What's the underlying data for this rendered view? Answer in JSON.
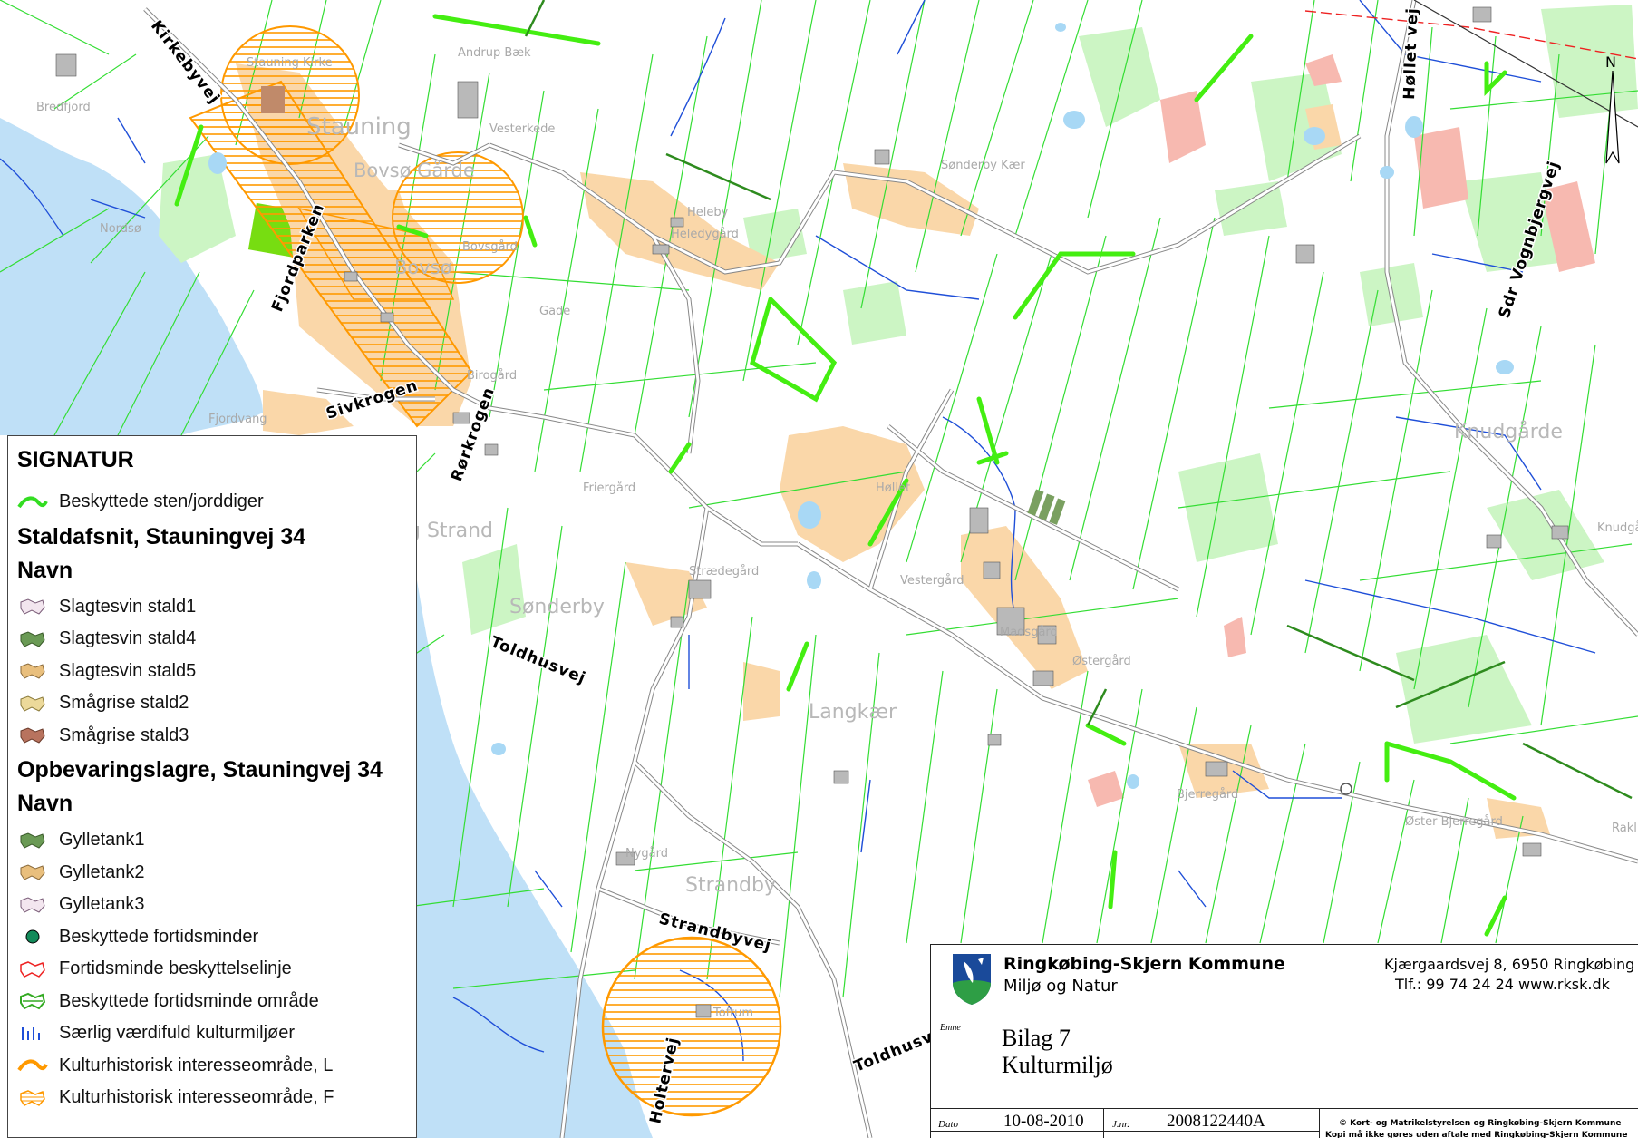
{
  "map": {
    "places": {
      "stauning": "Stauning",
      "bovsoe_gaarde": "Bovsø Gårde",
      "bovsoe": "Bovsø",
      "andrup_baek": "Andrup Bæk",
      "bredfjord": "Bredfjord",
      "vesterkede": "Vesterkede",
      "heleby": "Heleby",
      "heledygaard": "Heledygård",
      "sonderby_kaer": "Sønderby Kær",
      "bovsgaard": "Bovsgård",
      "gade": "Gade",
      "birogaard": "Birogård",
      "fjordvang": "Fjordvang",
      "nordsoe": "Nordsø",
      "stauning_kirke": "Stauning Kirke",
      "friergaard": "Friergård",
      "hollet": "Høllet",
      "knudgaarde": "Knudgårde",
      "knudgaard": "Knudgård",
      "strand": "g Strand",
      "straedegaard": "Strædegård",
      "vestergaard": "Vestergård",
      "sonderby": "Sønderby",
      "madsgaard": "Madsgård",
      "ostergaard": "Østergård",
      "langkaer": "Langkær",
      "bjerregaard": "Bjerregård",
      "oster_bjerregaard": "Øster Bjerregård",
      "nygaard": "Nygård",
      "strandby": "Strandby",
      "toftum": "Toftum",
      "rak": "Rakl"
    },
    "roads": {
      "kirkebyvej": "Kirkebyvej",
      "fjordparken": "Fjordparken",
      "sivkrogen": "Sivkrogen",
      "rorkrogen": "Rørkrogen",
      "toldhusvej": "Toldhusvej",
      "toldhusvej2": "Toldhusv",
      "strandbyvej": "Strandbyvej",
      "holtervej": "Holtervej",
      "hollet_vej": "Høllet vej",
      "sdr_vognbjergvej": "Sdr Vognbjergvej"
    },
    "north": "N"
  },
  "legend": {
    "title": "SIGNATUR",
    "section1_item": "Beskyttede sten/jorddiger",
    "section2_title": "Staldafsnit, Stauningvej 34",
    "section2_sub": "Navn",
    "section2_items": [
      "Slagtesvin stald1",
      "Slagtesvin stald4",
      "Slagtesvin stald5",
      "Smågrise stald2",
      "Smågrise stald3"
    ],
    "section3_title": "Opbevaringslagre, Stauningvej 34",
    "section3_sub": "Navn",
    "section3_items": [
      "Gylletank1",
      "Gylletank2",
      "Gylletank3",
      "Beskyttede fortidsminder",
      "Fortidsminde beskyttelselinje",
      "Beskyttede fortidsminde område",
      "Særlig værdifuld kulturmiljøer",
      "Kulturhistorisk interesseområde, L",
      "Kulturhistorisk interesseområde, F"
    ]
  },
  "titleblock": {
    "org": "Ringkøbing-Skjern Kommune",
    "dept": "Miljø og Natur",
    "address": "Kjærgaardsvej 8, 6950 Ringkøbing",
    "phone": "Tlf.: 99 74 24 24   www.rksk.dk",
    "label_emne": "Emne",
    "bilag": "Bilag 7",
    "subject": "Kulturmiljø",
    "label_dato": "Dato",
    "date": "10-08-2010",
    "label_jnr": "J.nr.",
    "jnr": "2008122440A",
    "copyright1": "© Kort- og Matrikelstyrelsen og Ringkøbing-Skjern Kommune",
    "copyright2": "Kopi må ikke gøres uden aftale med Ringkøbing-Skjern Kommune"
  },
  "colors": {
    "water": "#bfe0f7",
    "farmyard": "#fad7a9",
    "field_line": "#22dd22",
    "dike": "#33dd22",
    "stream": "#1f4fd8",
    "culture_area": "#ff9900",
    "park": "#ccf5c4"
  }
}
